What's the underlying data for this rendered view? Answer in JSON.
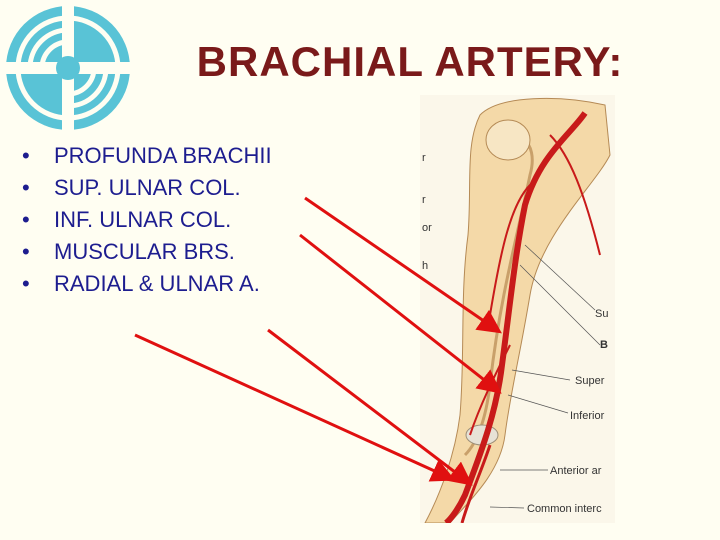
{
  "title": "BRACHIAL ARTERY:",
  "bullets": [
    "PROFUNDA BRACHII",
    "SUP. ULNAR COL.",
    "INF. ULNAR COL.",
    "MUSCULAR BRS.",
    "RADIAL & ULNAR A."
  ],
  "figure_labels": {
    "cut1": "r",
    "cut2": "r",
    "cut3": "or",
    "cut4": "h",
    "su": "Su",
    "b": "B",
    "super": "Super",
    "inferior": "Inferior",
    "anterior": "Anterior ar",
    "common": "Common interc"
  },
  "colors": {
    "background": "#fffef2",
    "title": "#7a1a1a",
    "bullet_text": "#1d1d8f",
    "arrow": "#e01010",
    "artery": "#c81a1a",
    "logo": "#59c3d6"
  }
}
